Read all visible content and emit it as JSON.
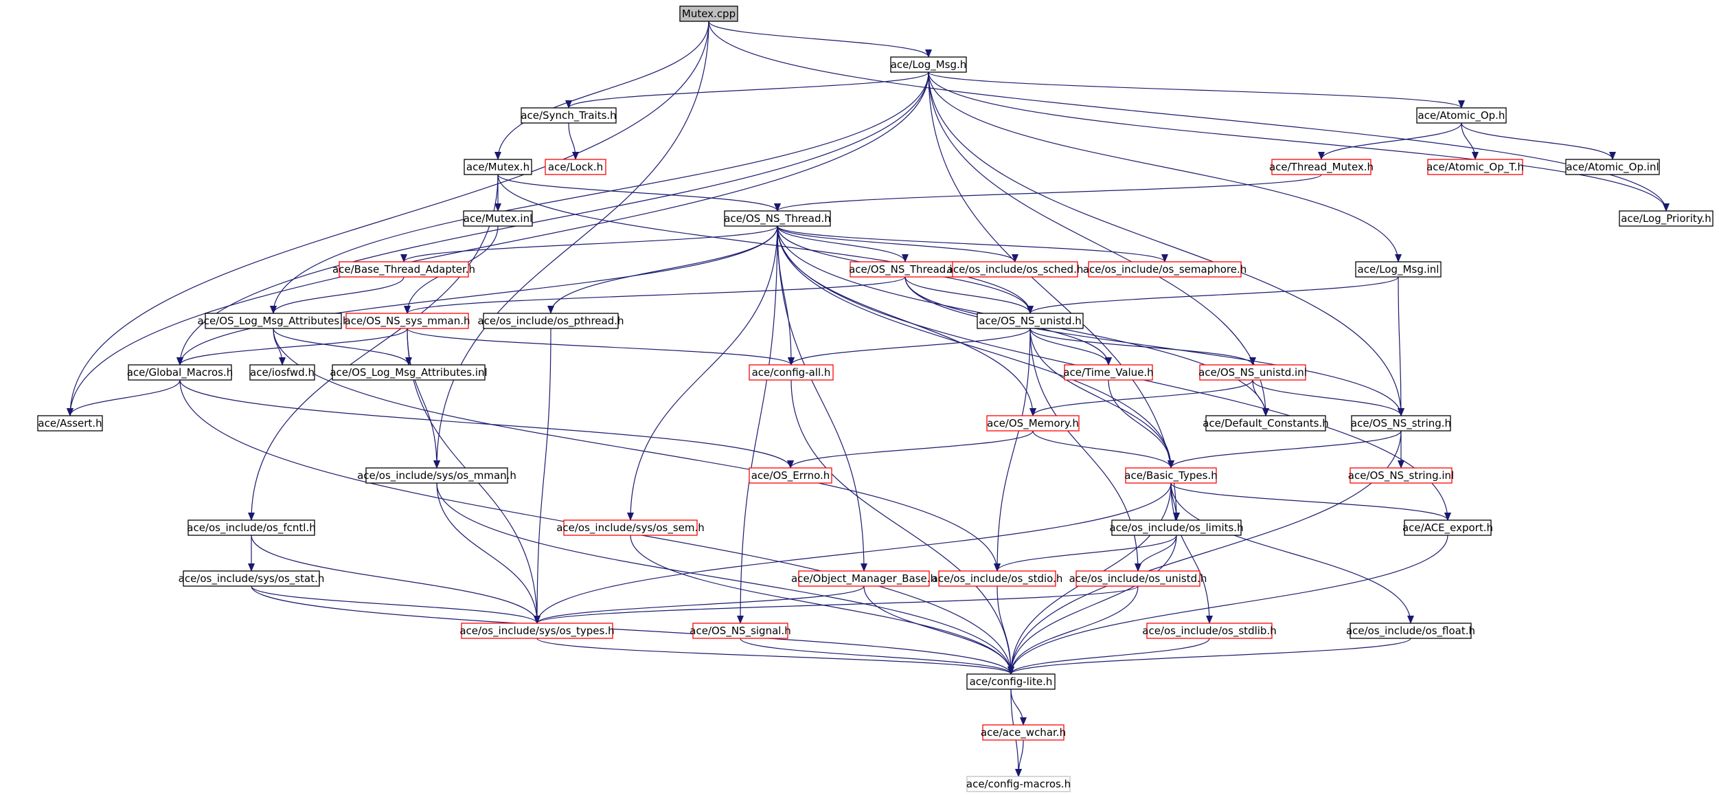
{
  "colors": {
    "edge": "#191970",
    "node_border_documented": "#000000",
    "node_border_undocumented": "#ff0000",
    "node_border_external": "#bfbfbf",
    "root_fill": "#bfbfbf",
    "node_fill": "#ffffff"
  },
  "nodes": [
    {
      "id": "mutex_cpp",
      "label": "Mutex.cpp",
      "style": "root"
    },
    {
      "id": "log_msg_h",
      "label": "ace/Log_Msg.h",
      "style": "black"
    },
    {
      "id": "synch_traits_h",
      "label": "ace/Synch_Traits.h",
      "style": "black"
    },
    {
      "id": "atomic_op_h",
      "label": "ace/Atomic_Op.h",
      "style": "black"
    },
    {
      "id": "lock_h",
      "label": "ace/Lock.h",
      "style": "red"
    },
    {
      "id": "mutex_h",
      "label": "ace/Mutex.h",
      "style": "black"
    },
    {
      "id": "thread_mutex_h",
      "label": "ace/Thread_Mutex.h",
      "style": "red"
    },
    {
      "id": "atomic_op_t_h",
      "label": "ace/Atomic_Op_T.h",
      "style": "red"
    },
    {
      "id": "atomic_op_inl",
      "label": "ace/Atomic_Op.inl",
      "style": "black"
    },
    {
      "id": "mutex_inl",
      "label": "ace/Mutex.inl",
      "style": "black"
    },
    {
      "id": "os_ns_thread_h",
      "label": "ace/OS_NS_Thread.h",
      "style": "black"
    },
    {
      "id": "log_priority_h",
      "label": "ace/Log_Priority.h",
      "style": "black"
    },
    {
      "id": "base_thread_adapter_h",
      "label": "ace/Base_Thread_Adapter.h",
      "style": "red"
    },
    {
      "id": "os_ns_thread_inl",
      "label": "ace/OS_NS_Thread.inl",
      "style": "red"
    },
    {
      "id": "os_sched_h",
      "label": "ace/os_include/os_sched.h",
      "style": "red"
    },
    {
      "id": "os_semaphore_h",
      "label": "ace/os_include/os_semaphore.h",
      "style": "red"
    },
    {
      "id": "log_msg_inl",
      "label": "ace/Log_Msg.inl",
      "style": "black"
    },
    {
      "id": "os_log_msg_attributes_h",
      "label": "ace/OS_Log_Msg_Attributes.h",
      "style": "black"
    },
    {
      "id": "os_ns_sys_mman_h",
      "label": "ace/OS_NS_sys_mman.h",
      "style": "red"
    },
    {
      "id": "os_pthread_h",
      "label": "ace/os_include/os_pthread.h",
      "style": "black"
    },
    {
      "id": "os_ns_unistd_h",
      "label": "ace/OS_NS_unistd.h",
      "style": "black"
    },
    {
      "id": "global_macros_h",
      "label": "ace/Global_Macros.h",
      "style": "black"
    },
    {
      "id": "iosfwd_h",
      "label": "ace/iosfwd.h",
      "style": "black"
    },
    {
      "id": "os_log_msg_attributes_inl",
      "label": "ace/OS_Log_Msg_Attributes.inl",
      "style": "black"
    },
    {
      "id": "config_all_h",
      "label": "ace/config-all.h",
      "style": "red"
    },
    {
      "id": "time_value_h",
      "label": "ace/Time_Value.h",
      "style": "red"
    },
    {
      "id": "os_ns_unistd_inl",
      "label": "ace/OS_NS_unistd.inl",
      "style": "red"
    },
    {
      "id": "assert_h",
      "label": "ace/Assert.h",
      "style": "black"
    },
    {
      "id": "os_memory_h",
      "label": "ace/OS_Memory.h",
      "style": "red"
    },
    {
      "id": "default_constants_h",
      "label": "ace/Default_Constants.h",
      "style": "black"
    },
    {
      "id": "os_ns_string_h",
      "label": "ace/OS_NS_string.h",
      "style": "black"
    },
    {
      "id": "sys_os_mman_h",
      "label": "ace/os_include/sys/os_mman.h",
      "style": "black"
    },
    {
      "id": "os_errno_h",
      "label": "ace/OS_Errno.h",
      "style": "red"
    },
    {
      "id": "basic_types_h",
      "label": "ace/Basic_Types.h",
      "style": "red"
    },
    {
      "id": "os_ns_string_inl",
      "label": "ace/OS_NS_string.inl",
      "style": "red"
    },
    {
      "id": "os_fcntl_h",
      "label": "ace/os_include/os_fcntl.h",
      "style": "black"
    },
    {
      "id": "sys_os_sem_h",
      "label": "ace/os_include/sys/os_sem.h",
      "style": "red"
    },
    {
      "id": "os_limits_h",
      "label": "ace/os_include/os_limits.h",
      "style": "black"
    },
    {
      "id": "ace_export_h",
      "label": "ace/ACE_export.h",
      "style": "black"
    },
    {
      "id": "sys_os_stat_h",
      "label": "ace/os_include/sys/os_stat.h",
      "style": "black"
    },
    {
      "id": "object_manager_base_h",
      "label": "ace/Object_Manager_Base.h",
      "style": "red"
    },
    {
      "id": "os_stdio_h",
      "label": "ace/os_include/os_stdio.h",
      "style": "red"
    },
    {
      "id": "os_unistd_h",
      "label": "ace/os_include/os_unistd.h",
      "style": "red"
    },
    {
      "id": "sys_os_types_h",
      "label": "ace/os_include/sys/os_types.h",
      "style": "red"
    },
    {
      "id": "os_ns_signal_h",
      "label": "ace/OS_NS_signal.h",
      "style": "red"
    },
    {
      "id": "os_stdlib_h",
      "label": "ace/os_include/os_stdlib.h",
      "style": "red"
    },
    {
      "id": "os_float_h",
      "label": "ace/os_include/os_float.h",
      "style": "black"
    },
    {
      "id": "config_lite_h",
      "label": "ace/config-lite.h",
      "style": "black"
    },
    {
      "id": "ace_wchar_h",
      "label": "ace/ace_wchar.h",
      "style": "red"
    },
    {
      "id": "config_macros_h",
      "label": "ace/config-macros.h",
      "style": "gray"
    }
  ],
  "edges": [
    [
      "mutex_cpp",
      "log_msg_h"
    ],
    [
      "mutex_cpp",
      "mutex_h"
    ],
    [
      "mutex_cpp",
      "assert_h"
    ],
    [
      "mutex_cpp",
      "sys_os_mman_h"
    ],
    [
      "mutex_cpp",
      "log_priority_h"
    ],
    [
      "log_msg_h",
      "synch_traits_h"
    ],
    [
      "log_msg_h",
      "atomic_op_h"
    ],
    [
      "log_msg_h",
      "global_macros_h"
    ],
    [
      "log_msg_h",
      "os_log_msg_attributes_h"
    ],
    [
      "log_msg_h",
      "log_msg_inl"
    ],
    [
      "log_msg_h",
      "default_constants_h"
    ],
    [
      "log_msg_h",
      "os_ns_string_h"
    ],
    [
      "log_msg_h",
      "os_limits_h"
    ],
    [
      "log_msg_h",
      "log_priority_h"
    ],
    [
      "log_msg_h",
      "assert_h"
    ],
    [
      "synch_traits_h",
      "lock_h"
    ],
    [
      "atomic_op_h",
      "thread_mutex_h"
    ],
    [
      "atomic_op_h",
      "atomic_op_t_h"
    ],
    [
      "atomic_op_h",
      "atomic_op_inl"
    ],
    [
      "thread_mutex_h",
      "os_ns_thread_h"
    ],
    [
      "mutex_h",
      "mutex_inl"
    ],
    [
      "mutex_h",
      "os_ns_thread_h"
    ],
    [
      "mutex_h",
      "os_fcntl_h"
    ],
    [
      "mutex_h",
      "os_ns_unistd_h"
    ],
    [
      "mutex_inl",
      "os_ns_sys_mman_h"
    ],
    [
      "os_ns_thread_h",
      "base_thread_adapter_h"
    ],
    [
      "os_ns_thread_h",
      "os_ns_thread_inl"
    ],
    [
      "os_ns_thread_h",
      "os_sched_h"
    ],
    [
      "os_ns_thread_h",
      "os_semaphore_h"
    ],
    [
      "os_ns_thread_h",
      "global_macros_h"
    ],
    [
      "os_ns_thread_h",
      "os_pthread_h"
    ],
    [
      "os_ns_thread_h",
      "config_all_h"
    ],
    [
      "os_ns_thread_h",
      "os_memory_h"
    ],
    [
      "os_ns_thread_h",
      "basic_types_h"
    ],
    [
      "os_ns_thread_h",
      "default_constants_h"
    ],
    [
      "os_ns_thread_h",
      "ace_export_h"
    ],
    [
      "os_ns_thread_h",
      "sys_os_sem_h"
    ],
    [
      "os_ns_thread_h",
      "object_manager_base_h"
    ],
    [
      "os_ns_thread_h",
      "os_ns_signal_h"
    ],
    [
      "os_ns_thread_h",
      "os_ns_unistd_h"
    ],
    [
      "base_thread_adapter_h",
      "os_log_msg_attributes_h"
    ],
    [
      "os_ns_thread_inl",
      "os_ns_unistd_h"
    ],
    [
      "os_ns_thread_inl",
      "os_ns_sys_mman_h"
    ],
    [
      "os_ns_thread_inl",
      "time_value_h"
    ],
    [
      "os_ns_thread_inl",
      "os_ns_string_h"
    ],
    [
      "log_msg_inl",
      "os_ns_unistd_h"
    ],
    [
      "log_msg_inl",
      "os_ns_string_h"
    ],
    [
      "os_log_msg_attributes_h",
      "iosfwd_h"
    ],
    [
      "os_log_msg_attributes_h",
      "os_log_msg_attributes_inl"
    ],
    [
      "os_log_msg_attributes_h",
      "os_stdio_h"
    ],
    [
      "os_ns_sys_mman_h",
      "global_macros_h"
    ],
    [
      "os_ns_sys_mman_h",
      "sys_os_mman_h"
    ],
    [
      "os_ns_sys_mman_h",
      "sys_os_types_h"
    ],
    [
      "os_ns_sys_mman_h",
      "config_all_h"
    ],
    [
      "os_pthread_h",
      "sys_os_types_h"
    ],
    [
      "os_ns_unistd_h",
      "config_all_h"
    ],
    [
      "os_ns_unistd_h",
      "time_value_h"
    ],
    [
      "os_ns_unistd_h",
      "os_ns_unistd_inl"
    ],
    [
      "os_ns_unistd_h",
      "basic_types_h"
    ],
    [
      "os_ns_unistd_h",
      "os_stdio_h"
    ],
    [
      "os_ns_unistd_h",
      "os_unistd_h"
    ],
    [
      "global_macros_h",
      "assert_h"
    ],
    [
      "global_macros_h",
      "os_errno_h"
    ],
    [
      "global_macros_h",
      "config_lite_h"
    ],
    [
      "config_all_h",
      "config_lite_h"
    ],
    [
      "time_value_h",
      "basic_types_h"
    ],
    [
      "os_ns_unistd_inl",
      "os_memory_h"
    ],
    [
      "os_ns_unistd_inl",
      "default_constants_h"
    ],
    [
      "os_ns_unistd_inl",
      "os_ns_string_h"
    ],
    [
      "os_memory_h",
      "os_errno_h"
    ],
    [
      "os_memory_h",
      "basic_types_h"
    ],
    [
      "os_ns_string_h",
      "basic_types_h"
    ],
    [
      "os_ns_string_h",
      "os_ns_string_inl"
    ],
    [
      "os_ns_string_h",
      "config_lite_h"
    ],
    [
      "sys_os_mman_h",
      "sys_os_types_h"
    ],
    [
      "sys_os_mman_h",
      "config_lite_h"
    ],
    [
      "basic_types_h",
      "os_limits_h"
    ],
    [
      "basic_types_h",
      "ace_export_h"
    ],
    [
      "basic_types_h",
      "sys_os_types_h"
    ],
    [
      "basic_types_h",
      "os_stdlib_h"
    ],
    [
      "basic_types_h",
      "os_float_h"
    ],
    [
      "basic_types_h",
      "config_lite_h"
    ],
    [
      "os_fcntl_h",
      "sys_os_stat_h"
    ],
    [
      "os_fcntl_h",
      "sys_os_types_h"
    ],
    [
      "sys_os_sem_h",
      "config_lite_h"
    ],
    [
      "os_limits_h",
      "os_stdio_h"
    ],
    [
      "os_limits_h",
      "os_unistd_h"
    ],
    [
      "os_limits_h",
      "config_lite_h"
    ],
    [
      "ace_export_h",
      "config_lite_h"
    ],
    [
      "sys_os_stat_h",
      "sys_os_types_h"
    ],
    [
      "sys_os_stat_h",
      "config_lite_h"
    ],
    [
      "object_manager_base_h",
      "sys_os_types_h"
    ],
    [
      "object_manager_base_h",
      "config_lite_h"
    ],
    [
      "os_stdio_h",
      "config_lite_h"
    ],
    [
      "os_unistd_h",
      "sys_os_types_h"
    ],
    [
      "os_unistd_h",
      "config_lite_h"
    ],
    [
      "sys_os_types_h",
      "config_lite_h"
    ],
    [
      "os_ns_signal_h",
      "config_lite_h"
    ],
    [
      "os_stdlib_h",
      "config_lite_h"
    ],
    [
      "os_float_h",
      "config_lite_h"
    ],
    [
      "config_lite_h",
      "ace_wchar_h"
    ],
    [
      "config_lite_h",
      "config_macros_h"
    ],
    [
      "ace_wchar_h",
      "config_macros_h"
    ]
  ]
}
